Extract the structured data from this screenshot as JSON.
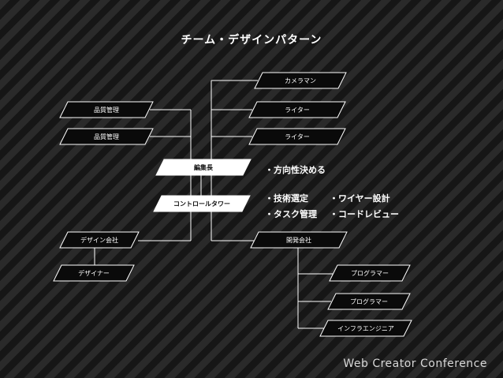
{
  "title": "チーム・デザインパターン",
  "nodes": {
    "camera": "カメラマン",
    "writer1": "ライター",
    "writer2": "ライター",
    "qa1": "品質管理",
    "qa2": "品質管理",
    "editor": "編集長",
    "control": "コントロールタワー",
    "design_company": "デザイン会社",
    "designer": "デザイナー",
    "dev_company": "開発会社",
    "programmer1": "プログラマー",
    "programmer2": "プログラマー",
    "infra": "インフラエンジニア"
  },
  "notes": {
    "direction": "・方向性決める",
    "tech": "・技術選定",
    "task": "・タスク管理",
    "wireframe": "・ワイヤー設計",
    "review": "・コードレビュー"
  },
  "watermark": "Web Creator Conference",
  "colors": {
    "line": "#ffffff",
    "node_fill": "#0a0a0a",
    "highlight_fill": "#ffffff"
  }
}
